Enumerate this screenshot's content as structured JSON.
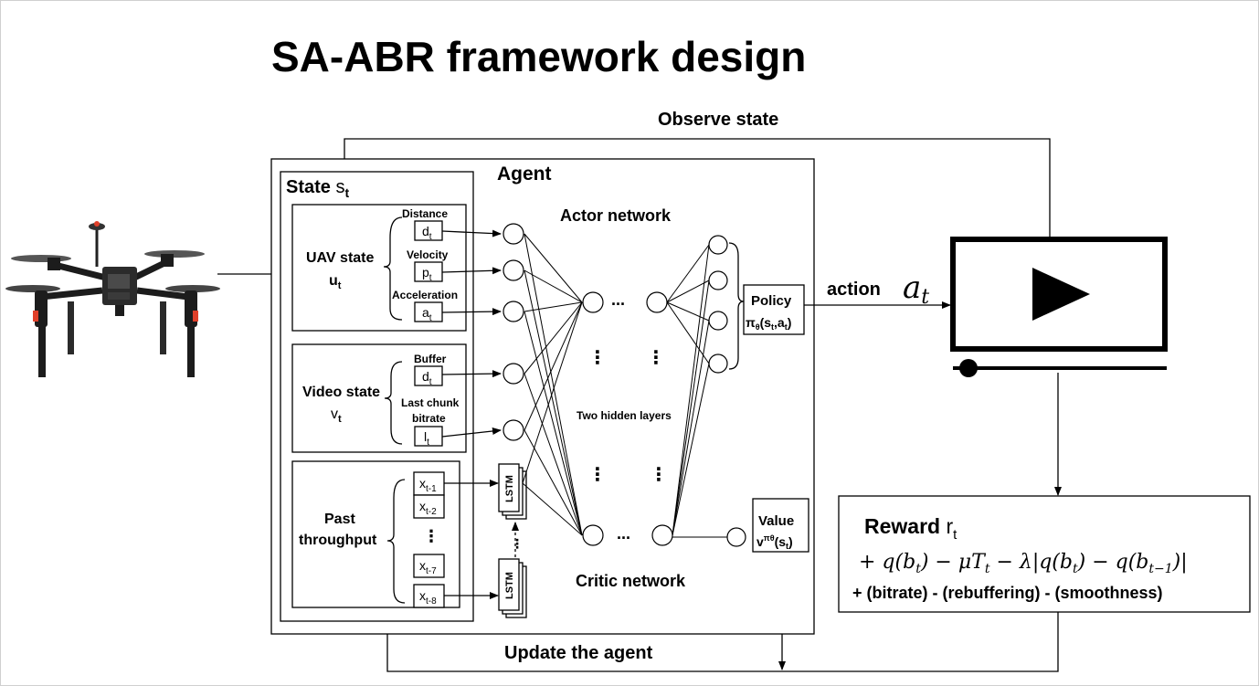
{
  "title": "SA-ABR framework design",
  "labels": {
    "observe_state": "Observe state",
    "update_agent": "Update the agent",
    "agent": "Agent",
    "action": "action",
    "actor_network": "Actor network",
    "critic_network": "Critic network",
    "hidden_layers": "Two hidden layers",
    "dots": "...",
    "vdots": "⋮"
  },
  "state": {
    "title_word": "State",
    "title_var": "s",
    "title_sub": "t"
  },
  "uav_state": {
    "label": "UAV state",
    "var": "u",
    "var_sub": "t",
    "items": [
      {
        "name": "Distance",
        "var": "d",
        "sub": "t"
      },
      {
        "name": "Velocity",
        "var": "p",
        "sub": "t"
      },
      {
        "name": "Acceleration",
        "var": "a",
        "sub": "t"
      }
    ]
  },
  "video_state": {
    "label": "Video state",
    "var": "v",
    "var_sub": "t",
    "items": [
      {
        "name": "Buffer",
        "var": "d",
        "sub": "t"
      },
      {
        "name": "Last chunk",
        "name2": "bitrate",
        "var": "l",
        "sub": "t"
      }
    ]
  },
  "throughput": {
    "label1": "Past",
    "label2": "throughput",
    "items": [
      {
        "var": "x",
        "sub": "t-1"
      },
      {
        "var": "x",
        "sub": "t-2"
      },
      {
        "var": "x",
        "sub": "t-7"
      },
      {
        "var": "x",
        "sub": "t-8"
      }
    ]
  },
  "lstm_label": "LSTM",
  "policy": {
    "label": "Policy",
    "sym": "π",
    "sym_sub": "θ",
    "args": "(s",
    "args_sub": "t",
    "args2": ",a",
    "args_sub2": "t",
    "args_end": ")"
  },
  "value": {
    "label": "Value",
    "sym": "v",
    "sym_sup": "πθ",
    "args": "(s",
    "args_sub": "t",
    "args_end": ")"
  },
  "action_var": "a",
  "action_sub": "t",
  "reward": {
    "word": "Reward",
    "var": "r",
    "sub": "t",
    "formula_p1": "+ q(b",
    "formula_p1_sub": "t",
    "formula_p2": ") − μT",
    "formula_p2_sub": "t",
    "formula_p3": " − λ|q(b",
    "formula_p3_sub": "t",
    "formula_p4": ") − q(b",
    "formula_p4_sub": "t−1",
    "formula_p5": ")|",
    "legend": "+ (bitrate) - (rebuffering) - (smoothness)"
  },
  "colors": {
    "legend_blue": "#3b6fd6",
    "drone_body": "#1c1c1c",
    "drone_light": "#e0402a"
  }
}
